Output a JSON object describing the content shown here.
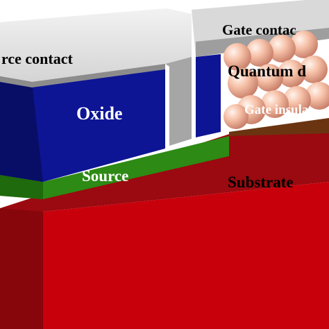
{
  "diagram": {
    "labels": {
      "source_contact": "rce contact",
      "gate_contact": "Gate contac",
      "quantum_dots": "Quantum d",
      "gate_insulator": "Gate insula",
      "oxide": "Oxide",
      "source": "Source",
      "substrate": "Substrate"
    },
    "colors": {
      "substrate": "#c8000c",
      "oxide": "#0d1594",
      "source": "#2d8a14",
      "contact": "#a6a6a6",
      "quantum_dot": "#f2b39a",
      "gate_insulator": "#6b3410"
    }
  }
}
